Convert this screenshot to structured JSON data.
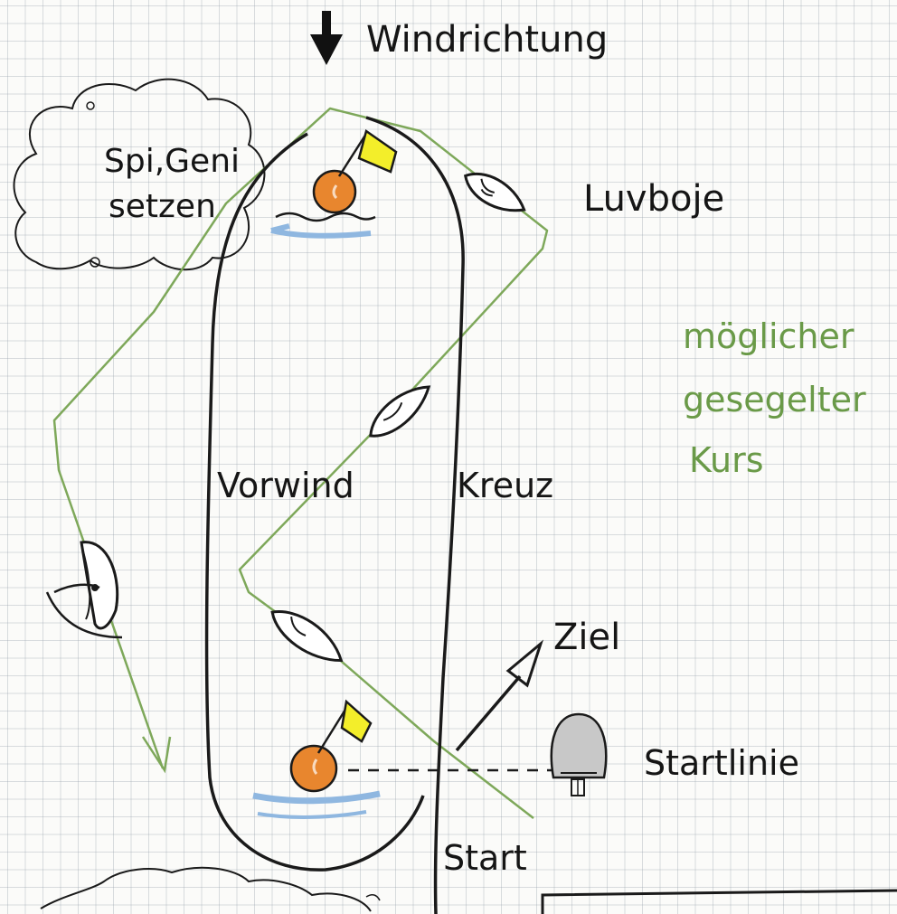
{
  "labels": {
    "wind_direction": "Windrichtung",
    "windward_mark": "Luvboje",
    "spi_line1": "Spi,Geni",
    "spi_line2": "setzen",
    "downwind": "Vorwind",
    "beat": "Kreuz",
    "finish": "Ziel",
    "start_line": "Startlinie",
    "start": "Start",
    "course_line1": "möglicher",
    "course_line2": "gesegelter",
    "course_line3": "Kurs"
  },
  "colors": {
    "ink": "#151515",
    "course_green": "#7ea85a",
    "buoy_orange": "#e8862e",
    "flag_yellow": "#f3ee2a",
    "water_blue": "#8fb7e0",
    "committee_boat_grey": "#c8c8c8"
  }
}
